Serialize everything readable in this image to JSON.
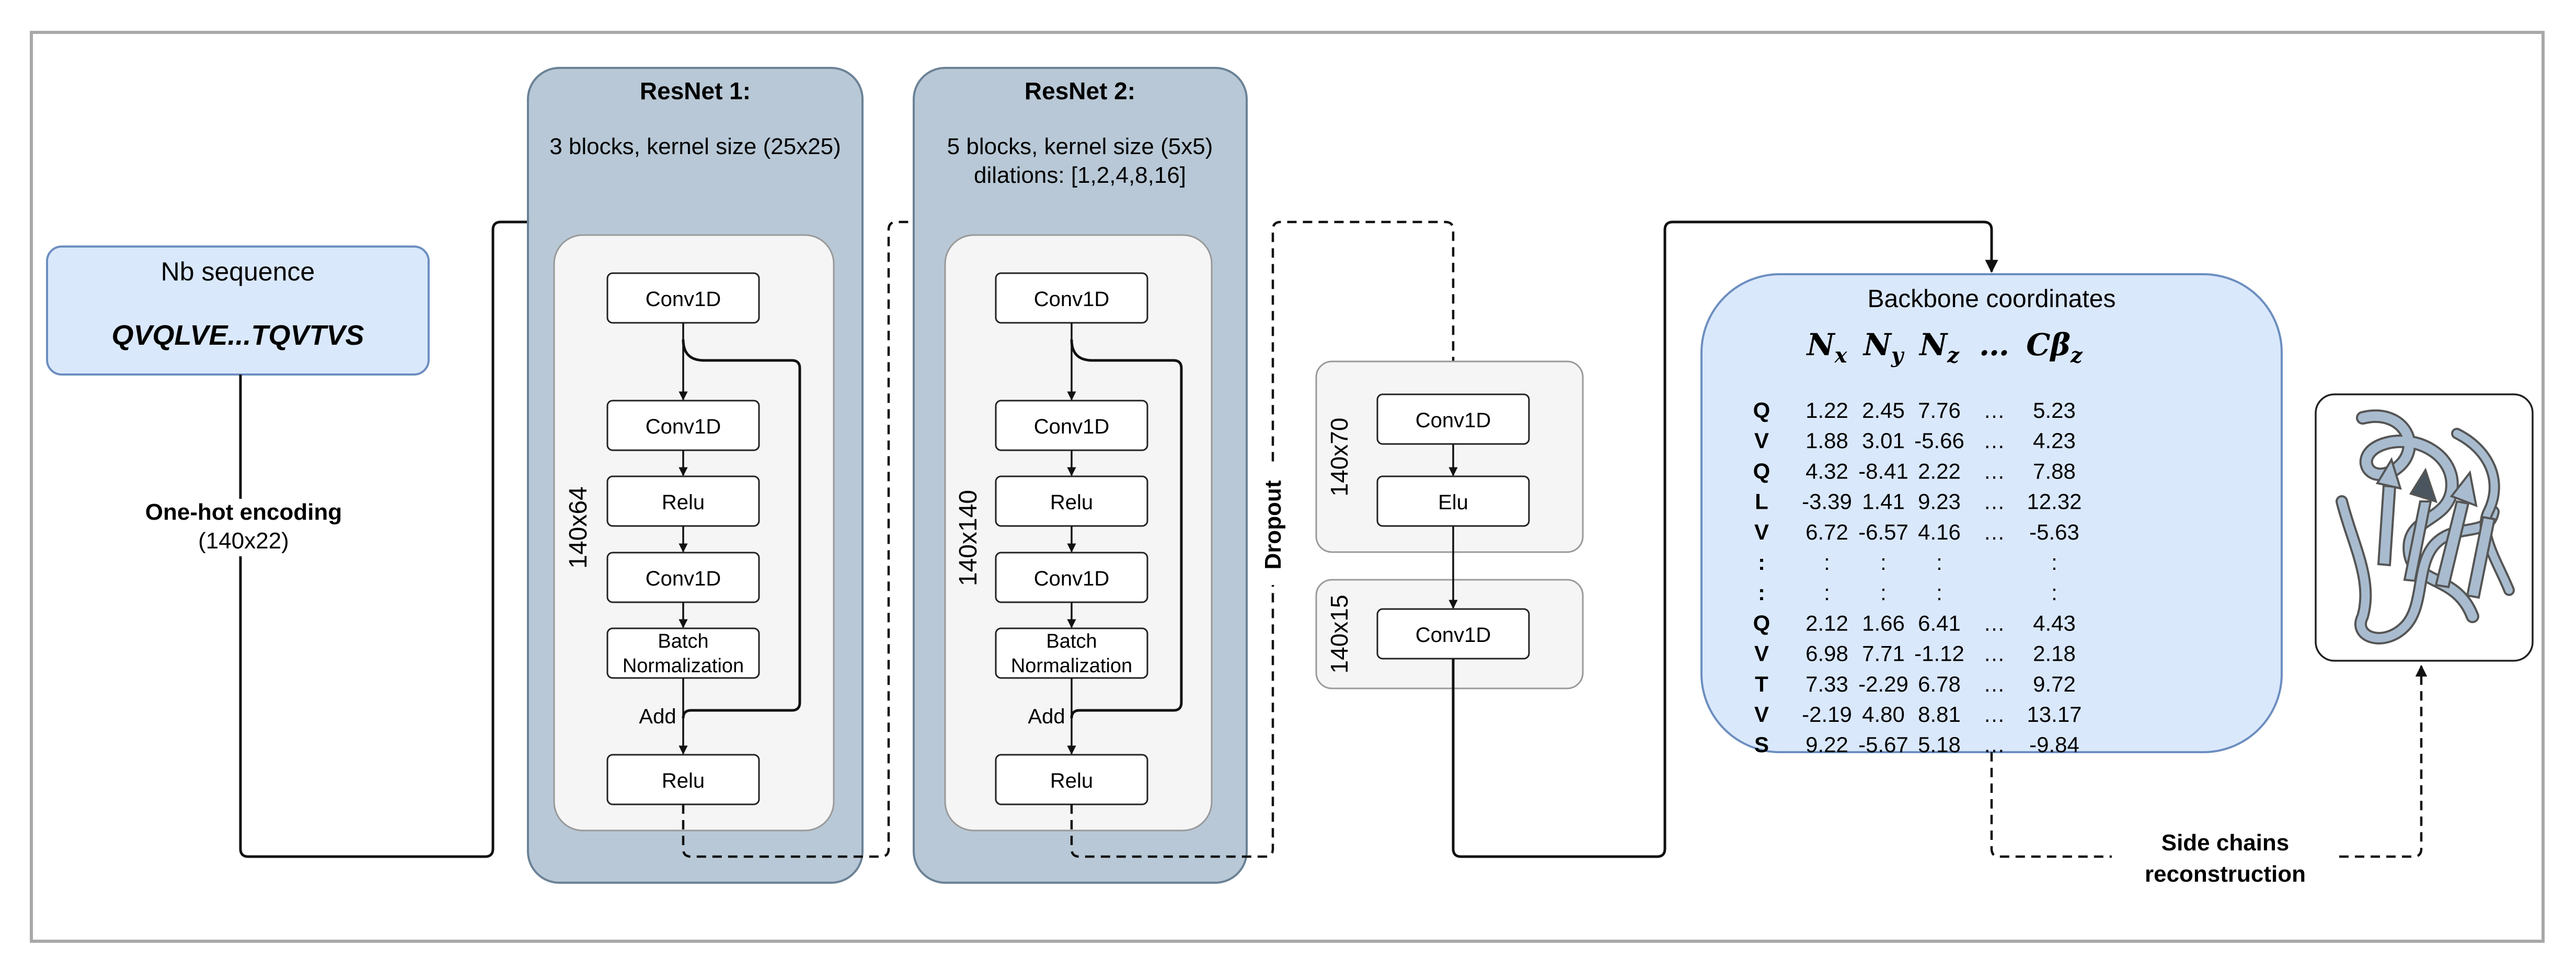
{
  "sequence_box": {
    "title": "Nb sequence",
    "sequence": "QVQLVE...TQVTVS"
  },
  "encoding": {
    "label": "One-hot encoding",
    "shape": "(140x22)"
  },
  "resnet1": {
    "title": "ResNet 1:",
    "subtitle": "3 blocks, kernel size (25x25)",
    "dim": "140x64",
    "layers": [
      "Conv1D",
      "Conv1D",
      "Relu",
      "Conv1D",
      "Batch",
      "Normalization",
      "Relu"
    ],
    "add_label": "Add"
  },
  "resnet2": {
    "title": "ResNet 2:",
    "subtitle_line1": "5 blocks, kernel size (5x5)",
    "subtitle_line2": "dilations: [1,2,4,8,16]",
    "dim": "140x140",
    "layers": [
      "Conv1D",
      "Conv1D",
      "Relu",
      "Conv1D",
      "Batch",
      "Normalization",
      "Relu"
    ],
    "add_label": "Add"
  },
  "dropout_label": "Dropout",
  "dense1": {
    "dim": "140x70",
    "layers": [
      "Conv1D",
      "Elu"
    ]
  },
  "dense2": {
    "dim": "140x15",
    "layers": [
      "Conv1D"
    ]
  },
  "coords": {
    "title": "Backbone coordinates",
    "headers": [
      {
        "base": "N",
        "sub": "x"
      },
      {
        "base": "N",
        "sub": "y"
      },
      {
        "base": "N",
        "sub": "z"
      },
      {
        "base": "…",
        "sub": ""
      },
      {
        "base": "Cβ",
        "sub": "z"
      }
    ],
    "rows": [
      {
        "res": "Q",
        "vals": [
          "1.22",
          "2.45",
          "7.76",
          "…",
          "5.23"
        ]
      },
      {
        "res": "V",
        "vals": [
          "1.88",
          "3.01",
          "-5.66",
          "…",
          "4.23"
        ]
      },
      {
        "res": "Q",
        "vals": [
          "4.32",
          "-8.41",
          "2.22",
          "…",
          "7.88"
        ]
      },
      {
        "res": "L",
        "vals": [
          "-3.39",
          "1.41",
          "9.23",
          "…",
          "12.32"
        ]
      },
      {
        "res": "V",
        "vals": [
          "6.72",
          "-6.57",
          "4.16",
          "…",
          "-5.63"
        ]
      },
      {
        "res": ":",
        "vals": [
          ":",
          ":",
          ":",
          "",
          ":"
        ]
      },
      {
        "res": ":",
        "vals": [
          ":",
          ":",
          ":",
          "",
          ":"
        ]
      },
      {
        "res": "Q",
        "vals": [
          "2.12",
          "1.66",
          "6.41",
          "…",
          "4.43"
        ]
      },
      {
        "res": "V",
        "vals": [
          "6.98",
          "7.71",
          "-1.12",
          "…",
          "2.18"
        ]
      },
      {
        "res": "T",
        "vals": [
          "7.33",
          "-2.29",
          "6.78",
          "…",
          "9.72"
        ]
      },
      {
        "res": "V",
        "vals": [
          "-2.19",
          "4.80",
          "8.81",
          "…",
          "13.17"
        ]
      },
      {
        "res": "S",
        "vals": [
          "9.22",
          "-5.67",
          "5.18",
          "…",
          "-9.84"
        ]
      }
    ]
  },
  "side_chains": {
    "line1": "Side chains",
    "line2": "reconstruction"
  },
  "colors": {
    "frame": "#a8a8a8",
    "light_blue": "#dae8fc",
    "blue_stroke": "#6c8ebf",
    "resnet_fill": "#b8c8d6",
    "resnet_stroke": "#6b8296",
    "inner_fill": "#f5f5f5",
    "inner_stroke": "#999999",
    "protein": "#a9bccf"
  }
}
